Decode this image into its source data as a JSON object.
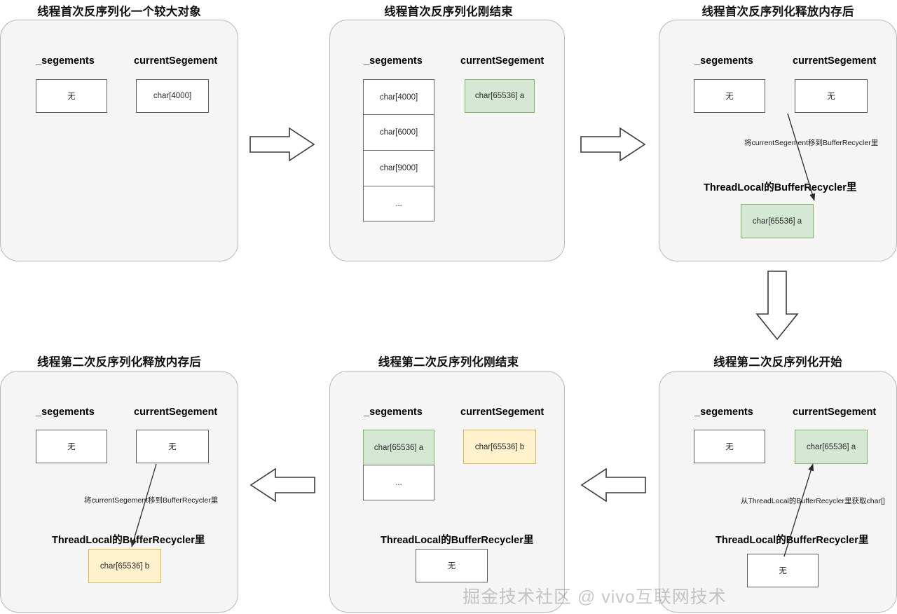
{
  "diagram": {
    "watermark": "掘金技术社区 @ vivo互联网技术",
    "labels": {
      "segments": "_segements",
      "current_segment": "currentSegement",
      "recycler": "ThreadLocal的BufferRecycler里",
      "none": "无",
      "ellipsis": "..."
    },
    "colors": {
      "panel_bg": "#f5f5f5",
      "panel_border": "#b8b8b8",
      "green_fill": "#d5e8d4",
      "green_border": "#82b366",
      "yellow_fill": "#fff2cc",
      "yellow_border": "#d6b656",
      "box_border": "#666666",
      "arrow_stroke": "#3a3a3a"
    },
    "panels": [
      {
        "id": "p1",
        "title": "线程首次反序列化一个较大对象",
        "segments_label": "_segements",
        "current_label": "currentSegement",
        "segments_items": [
          "无"
        ],
        "current_items": [
          "char[4000]"
        ],
        "recycler_label": "",
        "recycler_items": [],
        "note": ""
      },
      {
        "id": "p2",
        "title": "线程首次反序列化刚结束",
        "segments_label": "_segements",
        "current_label": "currentSegement",
        "segments_items": [
          "char[4000]",
          "char[6000]",
          "char[9000]",
          "..."
        ],
        "current_items": [
          "char[65536] a"
        ],
        "recycler_label": "",
        "recycler_items": [],
        "note": ""
      },
      {
        "id": "p3",
        "title": "线程首次反序列化释放内存后",
        "segments_label": "_segements",
        "current_label": "currentSegement",
        "segments_items": [
          "无"
        ],
        "current_items": [
          "无"
        ],
        "recycler_label": "ThreadLocal的BufferRecycler里",
        "recycler_items": [
          "char[65536] a"
        ],
        "note": "将currentSegement移到BufferRecycler里"
      },
      {
        "id": "p4",
        "title": "线程第二次反序列化开始",
        "segments_label": "_segements",
        "current_label": "currentSegement",
        "segments_items": [
          "无"
        ],
        "current_items": [
          "char[65536] a"
        ],
        "recycler_label": "ThreadLocal的BufferRecycler里",
        "recycler_items": [
          "无"
        ],
        "note": "从ThreadLocal的BufferRecycler里获取char[]"
      },
      {
        "id": "p5",
        "title": "线程第二次反序列化刚结束",
        "segments_label": "_segements",
        "current_label": "currentSegement",
        "segments_items": [
          "char[65536] a",
          "..."
        ],
        "current_items": [
          "char[65536] b"
        ],
        "recycler_label": "ThreadLocal的BufferRecycler里",
        "recycler_items": [
          "无"
        ],
        "note": ""
      },
      {
        "id": "p6",
        "title": "线程第二次反序列化释放内存后",
        "segments_label": "_segements",
        "current_label": "currentSegement",
        "segments_items": [
          "无"
        ],
        "current_items": [
          "无"
        ],
        "recycler_label": "ThreadLocal的BufferRecycler里",
        "recycler_items": [
          "char[65536] b"
        ],
        "note": "将currentSegement移到BufferRecycler里"
      }
    ],
    "flow_arrows": [
      {
        "name": "arrow-p1-to-p2",
        "direction": "right"
      },
      {
        "name": "arrow-p2-to-p3",
        "direction": "right"
      },
      {
        "name": "arrow-p3-to-p4",
        "direction": "down"
      },
      {
        "name": "arrow-p4-to-p5",
        "direction": "left"
      },
      {
        "name": "arrow-p5-to-p6",
        "direction": "left"
      }
    ]
  }
}
